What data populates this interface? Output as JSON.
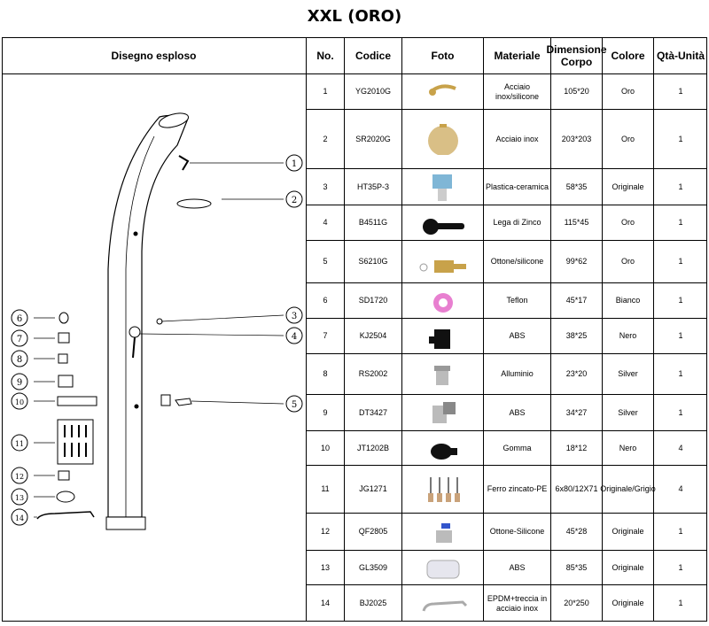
{
  "title": "XXL  (ORO)",
  "headers": {
    "drawing": "Disegno esploso",
    "no": "No.",
    "code": "Codice",
    "photo": "Foto",
    "material": "Materiale",
    "dimension": "Dimensione Corpo",
    "color": "Colore",
    "qty": "Qtà-Unità"
  },
  "rows": [
    {
      "no": "1",
      "code": "YG2010G",
      "material": "Acciaio inox/silicone",
      "dimension": "105*20",
      "color": "Oro",
      "qty": "1",
      "photo_icon": "shower-arm-icon"
    },
    {
      "no": "2",
      "code": "SR2020G",
      "material": "Acciaio inox",
      "dimension": "203*203",
      "color": "Oro",
      "qty": "1",
      "photo_icon": "shower-head-icon"
    },
    {
      "no": "3",
      "code": "HT35P-3",
      "material": "Plastica-ceramica",
      "dimension": "58*35",
      "color": "Originale",
      "qty": "1",
      "photo_icon": "cartridge-icon"
    },
    {
      "no": "4",
      "code": "B4511G",
      "material": "Lega di Zinco",
      "dimension": "115*45",
      "color": "Oro",
      "qty": "1",
      "photo_icon": "handle-lever-icon"
    },
    {
      "no": "5",
      "code": "S6210G",
      "material": "Ottone/silicone",
      "dimension": "99*62",
      "color": "Oro",
      "qty": "1",
      "photo_icon": "tap-spout-icon"
    },
    {
      "no": "6",
      "code": "SD1720",
      "material": "Teflon",
      "dimension": "45*17",
      "color": "Bianco",
      "qty": "1",
      "photo_icon": "teflon-tape-icon"
    },
    {
      "no": "7",
      "code": "KJ2504",
      "material": "ABS",
      "dimension": "38*25",
      "color": "Nero",
      "qty": "1",
      "photo_icon": "hose-connector-icon"
    },
    {
      "no": "8",
      "code": "RS2002",
      "material": "Alluminio",
      "dimension": "23*20",
      "color": "Silver",
      "qty": "1",
      "photo_icon": "adapter-icon"
    },
    {
      "no": "9",
      "code": "DT3427",
      "material": "ABS",
      "dimension": "34*27",
      "color": "Silver",
      "qty": "1",
      "photo_icon": "quick-coupling-icon"
    },
    {
      "no": "10",
      "code": "JT1202B",
      "material": "Gomma",
      "dimension": "18*12",
      "color": "Nero",
      "qty": "4",
      "photo_icon": "rubber-cap-icon"
    },
    {
      "no": "11",
      "code": "JG1271",
      "material": "Ferro zincato-PE",
      "dimension": "6x80/12X71",
      "color": "Originale/Grigio",
      "qty": "4",
      "photo_icon": "anchor-bolts-icon"
    },
    {
      "no": "12",
      "code": "QF2805",
      "material": "Ottone-Silicone",
      "dimension": "45*28",
      "color": "Originale",
      "qty": "1",
      "photo_icon": "ball-valve-icon"
    },
    {
      "no": "13",
      "code": "GL3509",
      "material": "ABS",
      "dimension": "85*35",
      "color": "Originale",
      "qty": "1",
      "photo_icon": "water-filter-icon"
    },
    {
      "no": "14",
      "code": "BJ2025",
      "material": "EPDM+treccia in acciaio inox",
      "dimension": "20*250",
      "color": "Originale",
      "qty": "1",
      "photo_icon": "braided-hose-icon"
    }
  ],
  "callouts": [
    "1",
    "2",
    "3",
    "4",
    "5",
    "6",
    "7",
    "8",
    "9",
    "10",
    "11",
    "12",
    "13",
    "14"
  ],
  "colors": {
    "gold": "#c8a24a",
    "black": "#111111",
    "border": "#000000"
  }
}
